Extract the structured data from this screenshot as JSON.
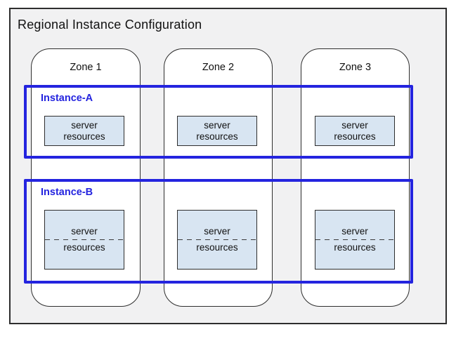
{
  "title": "Regional Instance Configuration",
  "zones": [
    {
      "label": "Zone 1"
    },
    {
      "label": "Zone 2"
    },
    {
      "label": "Zone 3"
    }
  ],
  "instances": [
    {
      "label": "Instance-A",
      "resources": [
        {
          "line1": "server",
          "line2": "resources"
        },
        {
          "line1": "server",
          "line2": "resources"
        },
        {
          "line1": "server",
          "line2": "resources"
        }
      ]
    },
    {
      "label": "Instance-B",
      "partitioned": true,
      "resources": [
        {
          "line1": "server",
          "line2": "resources"
        },
        {
          "line1": "server",
          "line2": "resources"
        },
        {
          "line1": "server",
          "line2": "resources"
        }
      ]
    }
  ],
  "colors": {
    "instance_border": "#2424df",
    "instance_label": "#2424df",
    "resource_fill": "#d8e5f2",
    "frame_background": "#f1f1f2",
    "line_color": "#2e2e2e"
  }
}
